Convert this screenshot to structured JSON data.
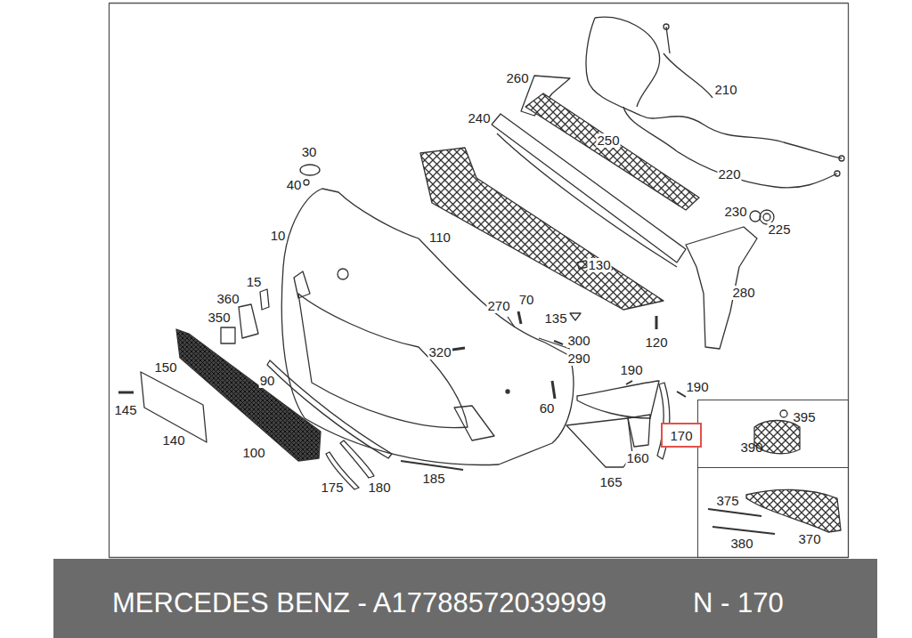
{
  "diagram": {
    "nodes": [
      {
        "text": [
          "395",
          "390"
        ]
      },
      {
        "text": [
          "375",
          "370",
          "380"
        ]
      },
      {
        "text": [
          "170"
        ]
      },
      {
        "text": [
          "MERCEDES BENZ - A17788572039999",
          "N - 170"
        ]
      }
    ],
    "labels": [
      "30",
      "40",
      "10",
      "15",
      "360",
      "350",
      "150",
      "145",
      "140",
      "100",
      "90",
      "175",
      "180",
      "185",
      "110",
      "130",
      "270",
      "70",
      "135",
      "120",
      "320",
      "300",
      "290",
      "60",
      "190",
      "190",
      "160",
      "165",
      "260",
      "240",
      "250",
      "210",
      "220",
      "230",
      "225",
      "280"
    ]
  }
}
